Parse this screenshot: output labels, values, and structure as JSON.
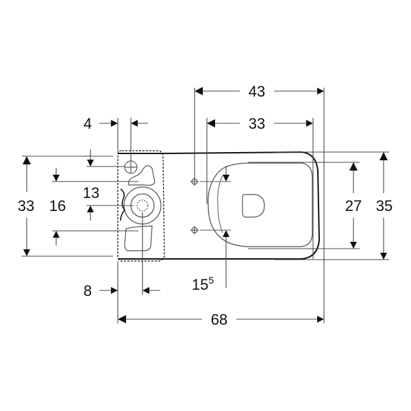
{
  "diagram": {
    "subject": "Close-coupled WC top view with dimensions",
    "units": "cm",
    "colors": {
      "line": "#111111",
      "thin": "#555555",
      "background": "#ffffff"
    },
    "dimensions": {
      "overall_width_top": "43",
      "seat_width_top": "33",
      "cistern_offset_top": "4",
      "overall_height_left": "33",
      "inlet_spacing_left": "16",
      "inlet_offset_left": "13",
      "seat_height_right": "27",
      "overall_height_right": "35",
      "outlet_offset_bottom": "8",
      "fixing_offset_bottom_main": "15",
      "fixing_offset_bottom_sup": "5",
      "overall_length_bottom": "68"
    }
  }
}
